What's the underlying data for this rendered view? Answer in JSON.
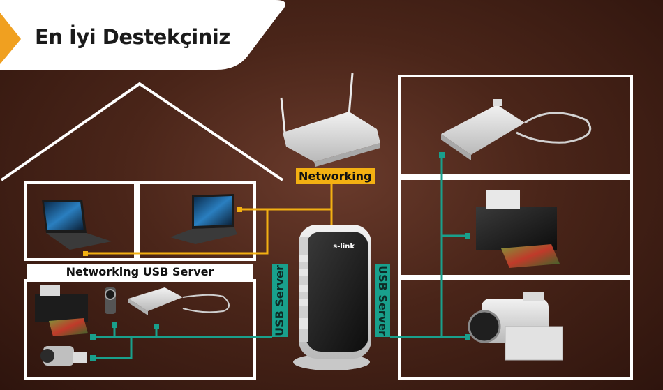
{
  "header": {
    "title": "En İyi Destekçiniz",
    "accent_color": "#f0a020"
  },
  "labels": {
    "networking": "Networking",
    "networking_usb_server": "Networking USB Server",
    "usb_server_left": "USB Server",
    "usb_server_right": "USB Server",
    "device_brand": "s-link"
  },
  "colors": {
    "orange_line": "#f3b012",
    "teal_line": "#19a08c",
    "background": "#4a2519"
  }
}
